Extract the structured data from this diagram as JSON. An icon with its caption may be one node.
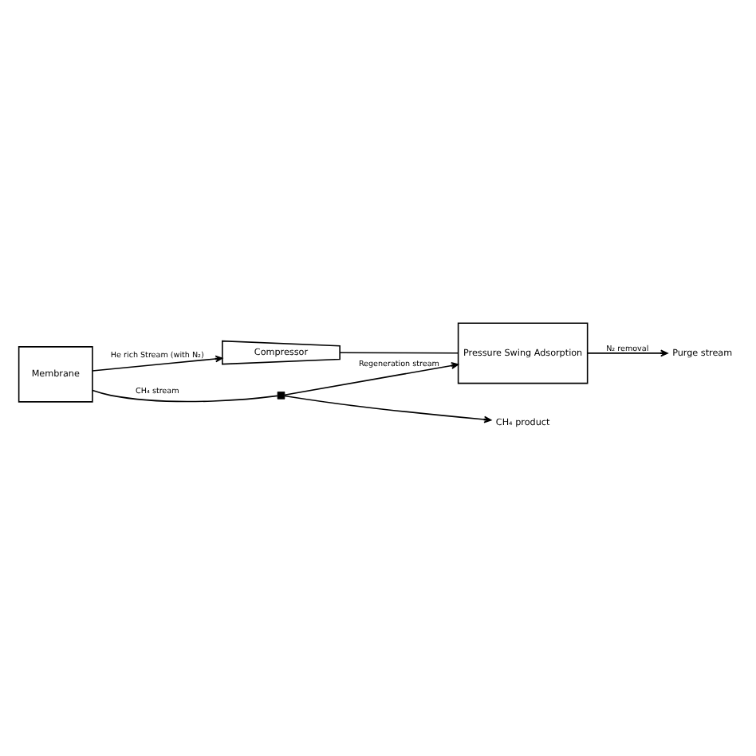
{
  "diagram": {
    "nodes": [
      {
        "text": [
          "Membrane"
        ]
      },
      {
        "text": [
          "Compressor"
        ]
      },
      {
        "text": [
          "Pressure Swing Adsorption"
        ]
      },
      {
        "text": [],
        "shape": "box"
      },
      {
        "text": [
          "CH₄ product"
        ]
      },
      {
        "text": [
          "Purge stream"
        ]
      }
    ],
    "edges": [
      {
        "from": 0,
        "to": 3,
        "arrow": "none",
        "label": "CH₄ stream"
      },
      {
        "from": 3,
        "to": 4,
        "arrow": "to"
      },
      {
        "from": 3,
        "to": 2,
        "arrow": "to",
        "label": "Regeneration stream"
      },
      {
        "from": 0,
        "to": 1,
        "arrow": "to",
        "label": "He rich Stream (with N₂)"
      },
      {
        "from": 1,
        "to": 2,
        "arrow": "none"
      },
      {
        "from": 2,
        "to": 5,
        "arrow": "to",
        "label": "N₂ removal"
      }
    ]
  }
}
